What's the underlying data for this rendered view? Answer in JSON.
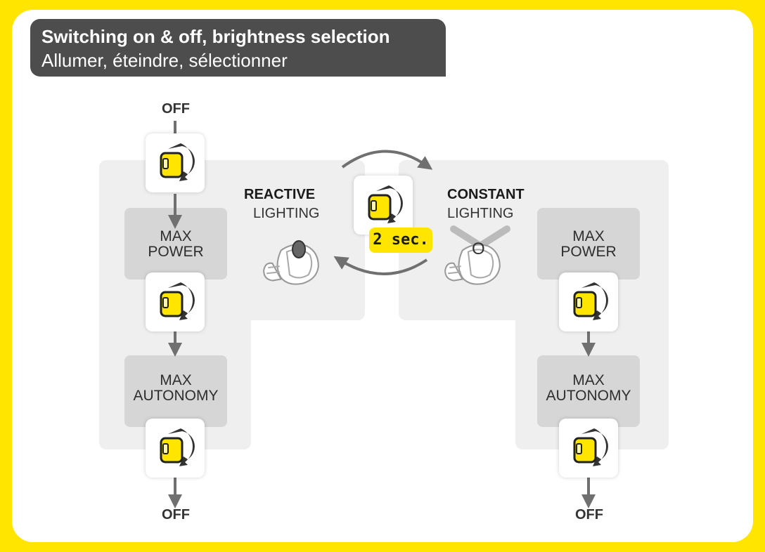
{
  "header": {
    "title": "Switching on & off, brightness selection",
    "subtitle": "Allumer, éteindre, sélectionner"
  },
  "colors": {
    "brand_yellow": "#ffe500",
    "header_bg": "#4d4d4d",
    "panel_bg": "#efefef",
    "box_bg": "#d6d6d6",
    "arrow": "#707070"
  },
  "reactive": {
    "title": "REACTIVE",
    "subtitle": "LIGHTING",
    "start_label": "OFF",
    "steps": [
      {
        "label_line1": "MAX",
        "label_line2": "POWER"
      },
      {
        "label_line1": "MAX",
        "label_line2": "AUTONOMY"
      }
    ],
    "end_label": "OFF"
  },
  "constant": {
    "title": "CONSTANT",
    "subtitle": "LIGHTING",
    "steps": [
      {
        "label_line1": "MAX",
        "label_line2": "POWER"
      },
      {
        "label_line1": "MAX",
        "label_line2": "AUTONOMY"
      }
    ],
    "end_label": "OFF"
  },
  "switch_mode": {
    "hold_time": "2 sec.",
    "constant_symbol": "O"
  },
  "icons": {
    "press_button": "button-press-icon",
    "headlamp": "headlamp-icon"
  }
}
